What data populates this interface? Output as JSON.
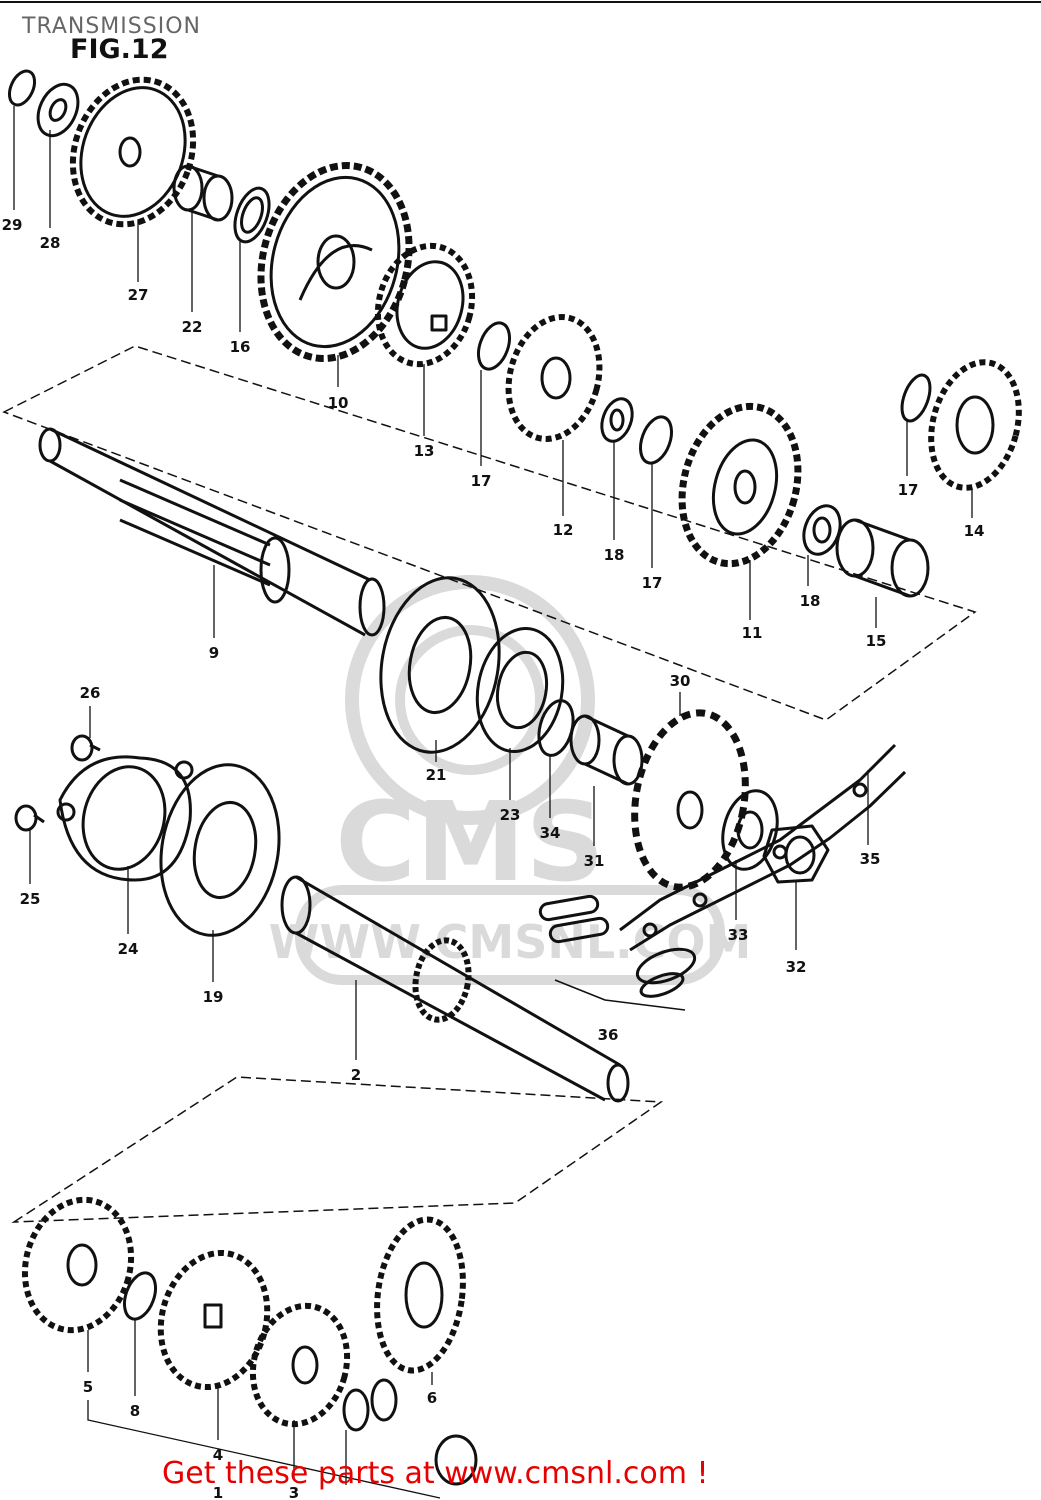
{
  "header": {
    "section_title": "TRANSMISSION",
    "figure_label": "FIG.12"
  },
  "watermark": {
    "logo_text": "CMS",
    "url_text": "WWW.CMSNL.COM",
    "color": "#bdbdbd"
  },
  "footer": {
    "link_text": "Get these parts at www.cmsnl.com !",
    "color": "#e60000"
  },
  "callouts": {
    "c1": "1",
    "c2": "2",
    "c3": "3",
    "c4": "4",
    "c5": "5",
    "c6": "6",
    "c8": "8",
    "c9": "9",
    "c10": "10",
    "c11": "11",
    "c12": "12",
    "c13": "13",
    "c14": "14",
    "c15": "15",
    "c16": "16",
    "c17a": "17",
    "c17b": "17",
    "c17c": "17",
    "c18a": "18",
    "c18b": "18",
    "c19": "19",
    "c21": "21",
    "c22": "22",
    "c23": "23",
    "c24": "24",
    "c25": "25",
    "c26": "26",
    "c27": "27",
    "c28": "28",
    "c29": "29",
    "c30": "30",
    "c31": "31",
    "c32": "32",
    "c33": "33",
    "c34": "34",
    "c35": "35",
    "c36": "36"
  },
  "colors": {
    "ink": "#111111",
    "title_gray": "#666666"
  }
}
